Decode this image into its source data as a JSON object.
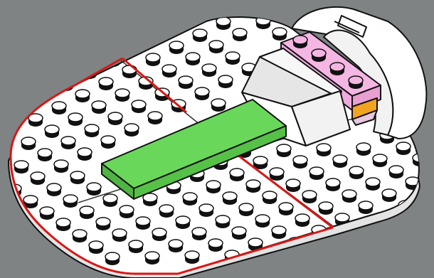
{
  "figure": {
    "kind": "building-instruction-step",
    "background_color": "#7f8384",
    "outline_color": "#111111",
    "parts": [
      {
        "name": "round-white-baseplate",
        "color": "#ffffff"
      },
      {
        "name": "green-tile",
        "color": "#69d85a"
      },
      {
        "name": "white-slope-brick",
        "color": "#ffffff"
      },
      {
        "name": "pink-plate",
        "color": "#f4b6e2"
      },
      {
        "name": "orange-plate",
        "color": "#f3a322"
      },
      {
        "name": "white-curved-panel",
        "color": "#ffffff"
      },
      {
        "name": "red-highlight",
        "color": "#d81616"
      }
    ]
  }
}
